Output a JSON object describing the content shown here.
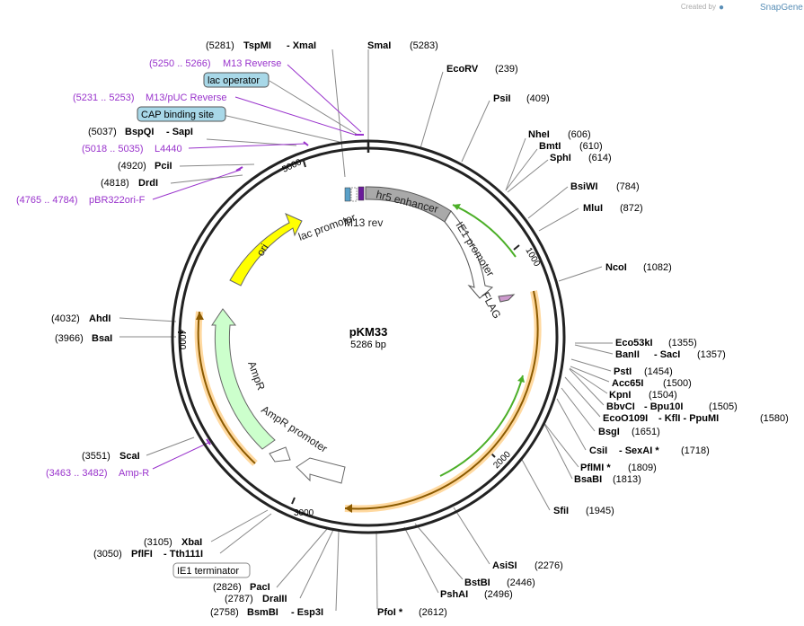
{
  "credit": {
    "prefix": "Created by",
    "brand": "SnapGene"
  },
  "plasmid": {
    "name": "pKM33",
    "size": "5286 bp"
  },
  "colors": {
    "backbone": "#222222",
    "enzyme_line": "#888888",
    "primer": "#9933cc",
    "ori": "#ffff00",
    "ampr": "#ccffcc",
    "enhancer": "#a9a9a9",
    "flag": "#cc99cc",
    "orf_halo": "#ffd9a0",
    "orf_line": "#8b5a00",
    "green_arc": "#4caf28",
    "box_fill": "#a8d8e8"
  },
  "ticks": [
    "1000",
    "2000",
    "3000",
    "4000",
    "5000"
  ],
  "features": [
    {
      "name": "ori",
      "label": "ori"
    },
    {
      "name": "lac-promoter",
      "label": "lac promoter"
    },
    {
      "name": "m13-rev",
      "label": "M13 rev"
    },
    {
      "name": "hr5-enhancer",
      "label": "hr5 enhancer"
    },
    {
      "name": "ie1-promoter",
      "label": "IE1 promoter"
    },
    {
      "name": "flag",
      "label": "FLAG"
    },
    {
      "name": "ampr",
      "label": "AmpR"
    },
    {
      "name": "ampr-promoter",
      "label": "AmpR promoter"
    }
  ],
  "labels": [
    {
      "id": "tspmi",
      "pos": "(5281)",
      "name": "TspMI",
      "extra": "- XmaI"
    },
    {
      "id": "smai",
      "name": "SmaI",
      "pos": "(5283)"
    },
    {
      "id": "ecorv",
      "name": "EcoRV",
      "pos": "(239)"
    },
    {
      "id": "psii",
      "name": "PsiI",
      "pos": "(409)"
    },
    {
      "id": "nhei",
      "name": "NheI",
      "pos": "(606)"
    },
    {
      "id": "bmti",
      "name": "BmtI",
      "pos": "(610)"
    },
    {
      "id": "sphi",
      "name": "SphI",
      "pos": "(614)"
    },
    {
      "id": "bsiwi",
      "name": "BsiWI",
      "pos": "(784)"
    },
    {
      "id": "mlui",
      "name": "MluI",
      "pos": "(872)"
    },
    {
      "id": "ncoi",
      "name": "NcoI",
      "pos": "(1082)"
    },
    {
      "id": "eco53ki",
      "name": "Eco53kI",
      "pos": "(1355)"
    },
    {
      "id": "banii",
      "name": "BanII",
      "extra": "- SacI",
      "pos": "(1357)"
    },
    {
      "id": "psti",
      "name": "PstI",
      "pos": "(1454)"
    },
    {
      "id": "acc65i",
      "name": "Acc65I",
      "pos": "(1500)"
    },
    {
      "id": "kpni",
      "name": "KpnI",
      "pos": "(1504)"
    },
    {
      "id": "bbvci",
      "name": "BbvCI",
      "extra": "- Bpu10I",
      "pos": "(1505)"
    },
    {
      "id": "eco0109i",
      "name": "EcoO109I",
      "extra": "- KflI  - PpuMI",
      "pos": "(1580)"
    },
    {
      "id": "bsgi",
      "name": "BsgI",
      "pos": "(1651)"
    },
    {
      "id": "csii",
      "name": "CsiI",
      "extra": "- SexAI *",
      "pos": "(1718)"
    },
    {
      "id": "pflmi",
      "name": "PflMI *",
      "pos": "(1809)"
    },
    {
      "id": "bsabi",
      "name": "BsaBI",
      "pos": "(1813)"
    },
    {
      "id": "sfii",
      "name": "SfiI",
      "pos": "(1945)"
    },
    {
      "id": "asisi",
      "name": "AsiSI",
      "pos": "(2276)"
    },
    {
      "id": "bstbi",
      "name": "BstBI",
      "pos": "(2446)"
    },
    {
      "id": "pshai",
      "name": "PshAI",
      "pos": "(2496)"
    },
    {
      "id": "pfoi",
      "name": "PfoI *",
      "pos": "(2612)"
    },
    {
      "id": "esp3i",
      "pos": "(2758)",
      "name": "BsmBI",
      "extra": "- Esp3I"
    },
    {
      "id": "draiii",
      "pos": "(2787)",
      "name": "DraIII"
    },
    {
      "id": "paci",
      "pos": "(2826)",
      "name": "PacI"
    },
    {
      "id": "tth111i",
      "pos": "(3050)",
      "name": "PflFI",
      "extra": "- Tth111I"
    },
    {
      "id": "xbai",
      "pos": "(3105)",
      "name": "XbaI"
    },
    {
      "id": "scai",
      "pos": "(3551)",
      "name": "ScaI"
    },
    {
      "id": "bsai",
      "pos": "(3966)",
      "name": "BsaI"
    },
    {
      "id": "ahdi",
      "pos": "(4032)",
      "name": "AhdI"
    },
    {
      "id": "drdi",
      "pos": "(4818)",
      "name": "DrdI"
    },
    {
      "id": "pcii",
      "pos": "(4920)",
      "name": "PciI"
    },
    {
      "id": "sapi",
      "pos": "(5037)",
      "name": "BspQI",
      "extra": "- SapI"
    }
  ],
  "primers": [
    {
      "id": "m13rev",
      "pos": "(5250 .. 5266)",
      "name": "M13 Reverse"
    },
    {
      "id": "m13puc",
      "pos": "(5231 .. 5253)",
      "name": "M13/pUC Reverse"
    },
    {
      "id": "l4440",
      "pos": "(5018 .. 5035)",
      "name": "L4440"
    },
    {
      "id": "pbr322",
      "pos": "(4765 .. 4784)",
      "name": "pBR322ori-F"
    },
    {
      "id": "ampr-primer",
      "pos": "(3463 .. 3482)",
      "name": "Amp-R"
    }
  ],
  "boxes": [
    {
      "id": "lac-operator",
      "label": "lac operator"
    },
    {
      "id": "cap-site",
      "label": "CAP binding site"
    },
    {
      "id": "ie1-terminator",
      "label": "IE1 terminator"
    }
  ]
}
